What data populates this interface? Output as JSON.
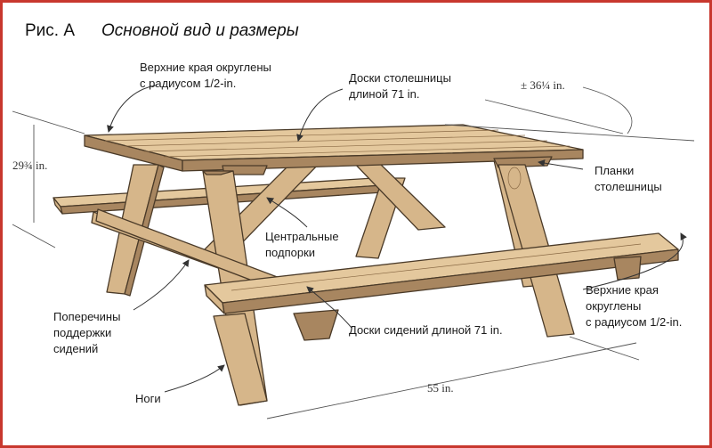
{
  "figure": {
    "number": "Рис. А",
    "title": "Основной вид и размеры"
  },
  "labels": {
    "top_edges_top": [
      "Верхние края округлены",
      "с радиусом 1/2-in."
    ],
    "table_boards": [
      "Доски столешницы",
      "длиной 71 in."
    ],
    "tabletop_cleats": [
      "Планки",
      "столешницы"
    ],
    "center_braces": [
      "Центральные",
      "подпорки"
    ],
    "seat_crossbars": [
      "Поперечины",
      "поддержки",
      "сидений"
    ],
    "seat_boards": "Доски сидений длиной 71 in.",
    "top_edges_right": [
      "Верхние края",
      "округлены",
      "с радиусом 1/2-in."
    ],
    "legs": "Ноги"
  },
  "dimensions": {
    "height": "29¾ in.",
    "width": "± 36¼ in.",
    "length": "55 in."
  },
  "colors": {
    "frame": "#c8382e",
    "wood": "#d6b68a",
    "ink": "#4a3a28"
  }
}
